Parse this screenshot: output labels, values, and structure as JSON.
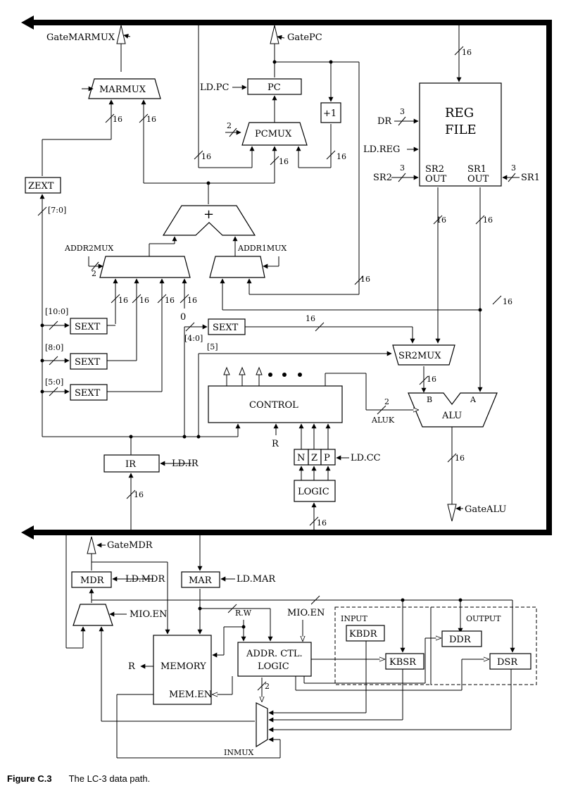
{
  "caption": {
    "figure": "Figure C.3",
    "text": "The LC-3 data path."
  },
  "gates": {
    "marmux": "GateMARMUX",
    "pc": "GatePC",
    "mdr": "GateMDR",
    "alu": "GateALU"
  },
  "blocks": {
    "marmux": "MARMUX",
    "pc": "PC",
    "plus1": "+1",
    "pcmux": "PCMUX",
    "regfile_1": "REG",
    "regfile_2": "FILE",
    "zext": "ZEXT",
    "adder": "+",
    "sext_10_0": "SEXT",
    "sext_8_0": "SEXT",
    "sext_5_0": "SEXT",
    "sext_4_0": "SEXT",
    "sr2mux": "SR2MUX",
    "control": "CONTROL",
    "alu": "ALU",
    "ir": "IR",
    "n": "N",
    "z": "Z",
    "p": "P",
    "logic": "LOGIC",
    "mdr": "MDR",
    "mar": "MAR",
    "memory": "MEMORY",
    "mem_en": "MEM.EN",
    "addr_ctl_1": "ADDR. CTL.",
    "addr_ctl_2": "LOGIC",
    "kbdr": "KBDR",
    "kbsr": "KBSR",
    "ddr": "DDR",
    "dsr": "DSR",
    "inmux": "INMUX",
    "input": "INPUT",
    "output": "OUTPUT"
  },
  "signals": {
    "ld_pc": "LD.PC",
    "dr": "DR",
    "ld_reg": "LD.REG",
    "sr2": "SR2",
    "sr1": "SR1",
    "sr2_out_1": "SR2",
    "sr2_out_2": "OUT",
    "sr1_out_1": "SR1",
    "sr1_out_2": "OUT",
    "addr2mux": "ADDR2MUX",
    "addr1mux": "ADDR1MUX",
    "aluk": "ALUK",
    "ld_ir": "LD.IR",
    "ld_cc": "LD.CC",
    "r_control": "R",
    "ld_mdr": "LD.MDR",
    "ld_mar": "LD.MAR",
    "mio_en_left": "MIO.EN",
    "mio_en_right": "MIO.EN",
    "rw": "R.W",
    "r_memory": "R",
    "alu_b": "B",
    "alu_a": "A"
  },
  "field_labels": {
    "f7_0": "[7:0]",
    "f10_0": "[10:0]",
    "f8_0": "[8:0]",
    "f5_0": "[5:0]",
    "f4_0": "[4:0]",
    "f5": "[5]",
    "zero": "0"
  },
  "widths": {
    "w16": "16",
    "w3": "3",
    "w2": "2"
  }
}
